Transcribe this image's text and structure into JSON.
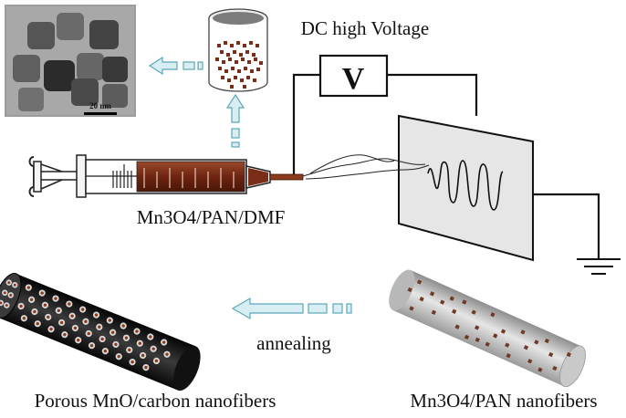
{
  "labels": {
    "dc_high_voltage": "DC high Voltage",
    "voltmeter": "V",
    "scale_bar": "20 nm",
    "solution": "Mn3O4/PAN/DMF",
    "annealing": "annealing",
    "porous_product": "Porous MnO/carbon nanofibers",
    "composite_fibers": "Mn3O4/PAN nanofibers"
  },
  "colors": {
    "syringe_solution": "#7a2e18",
    "needle": "#8b3a1a",
    "arrow_fill": "#d9eef2",
    "arrow_stroke": "#5aa8b8",
    "particle": "#8b3a1a",
    "fiber_dark": "#151515",
    "fiber_light": "#c8c8c8"
  },
  "icons": {
    "ground": "ground-symbol-icon",
    "arrow": "flow-arrow-icon"
  }
}
